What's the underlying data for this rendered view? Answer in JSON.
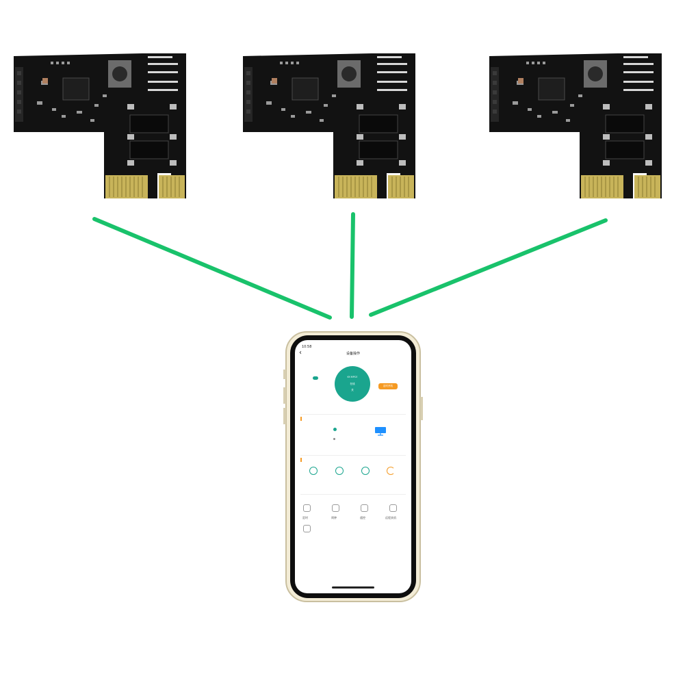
{
  "colors": {
    "connector": "#19c26b",
    "pcb": "#121212",
    "gold": "#c8b45a",
    "accent": "#1aa58e",
    "warning": "#f59a23",
    "screen_icon": "#1e90ff"
  },
  "phone": {
    "status_time": "10:58",
    "title": "设备操作",
    "circle_lines": [
      "KY-MPCE",
      "在线",
      "关"
    ],
    "badge": "定时开机",
    "functions": [
      "定时",
      "闹钟",
      "遥控",
      "远程关机"
    ]
  }
}
